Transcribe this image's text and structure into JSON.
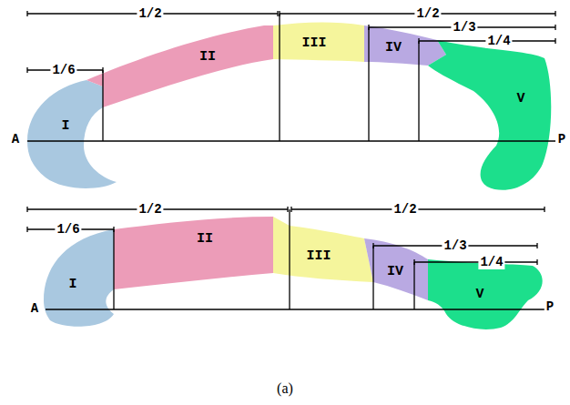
{
  "diagram": {
    "caption": "(a)",
    "nodes": [
      {
        "text": [
          "I"
        ]
      },
      {
        "text": [
          "II"
        ]
      },
      {
        "text": [
          "III"
        ]
      },
      {
        "text": [
          "IV"
        ]
      },
      {
        "text": [
          "V"
        ]
      },
      {
        "text": [
          "I"
        ]
      },
      {
        "text": [
          "II"
        ]
      },
      {
        "text": [
          "III"
        ]
      },
      {
        "text": [
          "IV"
        ]
      },
      {
        "text": [
          "V"
        ]
      }
    ],
    "labels": [
      "1/2",
      "1/2",
      "1/3",
      "1/4",
      "1/6",
      "A",
      "P",
      "1/2",
      "1/2",
      "1/6",
      "1/3",
      "1/4",
      "A",
      "P"
    ]
  }
}
